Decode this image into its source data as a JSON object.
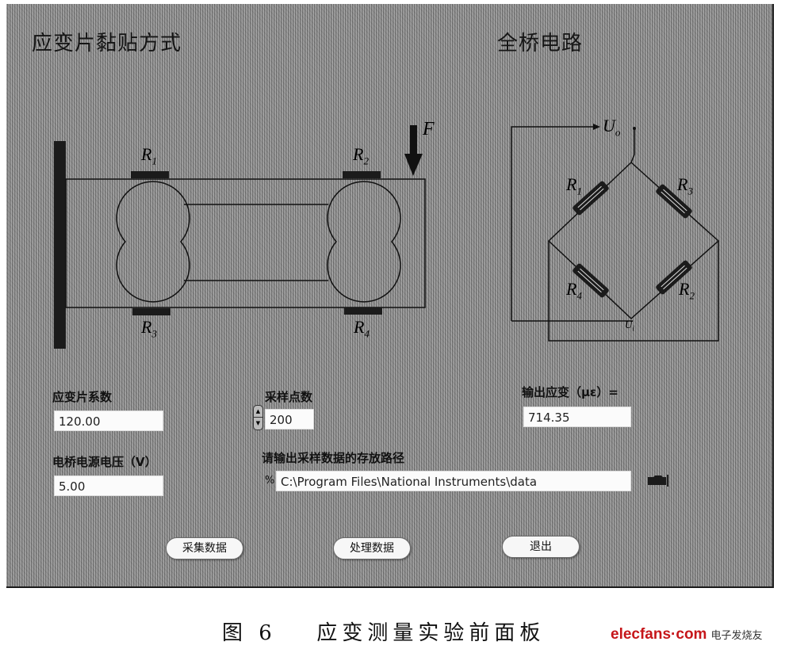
{
  "panel": {
    "left_section_title": "应变片黏贴方式",
    "right_section_title": "全桥电路"
  },
  "beam_diagram": {
    "force_label": "F",
    "gauges": [
      {
        "name": "R",
        "sub": "1",
        "position": "top-left"
      },
      {
        "name": "R",
        "sub": "2",
        "position": "top-right"
      },
      {
        "name": "R",
        "sub": "3",
        "position": "bottom-left"
      },
      {
        "name": "R",
        "sub": "4",
        "position": "bottom-right"
      }
    ]
  },
  "bridge_diagram": {
    "output_label": "U",
    "output_sub": "o",
    "input_label": "U",
    "input_sub": "i",
    "resistors": [
      {
        "name": "R",
        "sub": "1",
        "arm": "upper-left"
      },
      {
        "name": "R",
        "sub": "3",
        "arm": "upper-right"
      },
      {
        "name": "R",
        "sub": "4",
        "arm": "lower-left"
      },
      {
        "name": "R",
        "sub": "2",
        "arm": "lower-right"
      }
    ]
  },
  "controls": {
    "gauge_factor": {
      "label": "应变片系数",
      "value": "120.00"
    },
    "bridge_voltage": {
      "label": "电桥电源电压（V）",
      "value": "5.00"
    },
    "sample_points": {
      "label": "采样点数",
      "value": "200"
    },
    "output_strain": {
      "label": "输出应变（με）=",
      "value": "714.35"
    },
    "save_path": {
      "label": "请输出采样数据的存放路径",
      "value": "C:\\Program Files\\National Instruments\\data",
      "path_icon": "path-icon",
      "browse_icon": "folder-icon"
    }
  },
  "buttons": {
    "acquire": "采集数据",
    "process": "处理数据",
    "exit": "退出"
  },
  "caption": {
    "figure": "图 6",
    "title": "应变测量实验前面板"
  },
  "watermark": {
    "logo": "elecfans·com",
    "text": "电子发烧友"
  }
}
